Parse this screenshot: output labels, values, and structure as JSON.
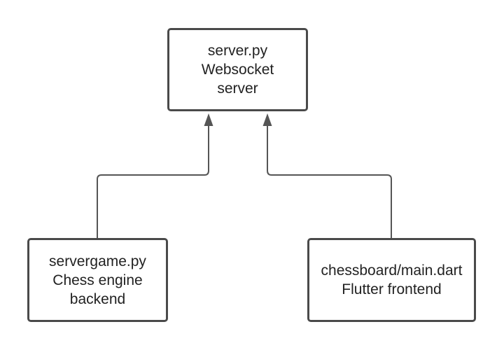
{
  "nodes": {
    "server": {
      "line1": "server.py",
      "line2": "Websocket",
      "line3": "server"
    },
    "servergame": {
      "line1": "servergame.py",
      "line2": "Chess engine",
      "line3": "backend"
    },
    "chessboard": {
      "line1": "chessboard/main.dart",
      "line2": "Flutter frontend"
    }
  },
  "colors": {
    "line": "#4a4a4a",
    "text": "#222222"
  }
}
